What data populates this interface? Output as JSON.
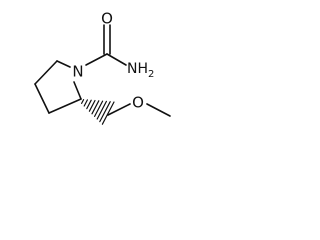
{
  "molecule": {
    "atoms": {
      "carbonyl_oxygen": "O",
      "ring_nitrogen": "N",
      "amide_n_letters": "NH",
      "amide_n_subscript": "2",
      "ether_oxygen": "O"
    }
  }
}
